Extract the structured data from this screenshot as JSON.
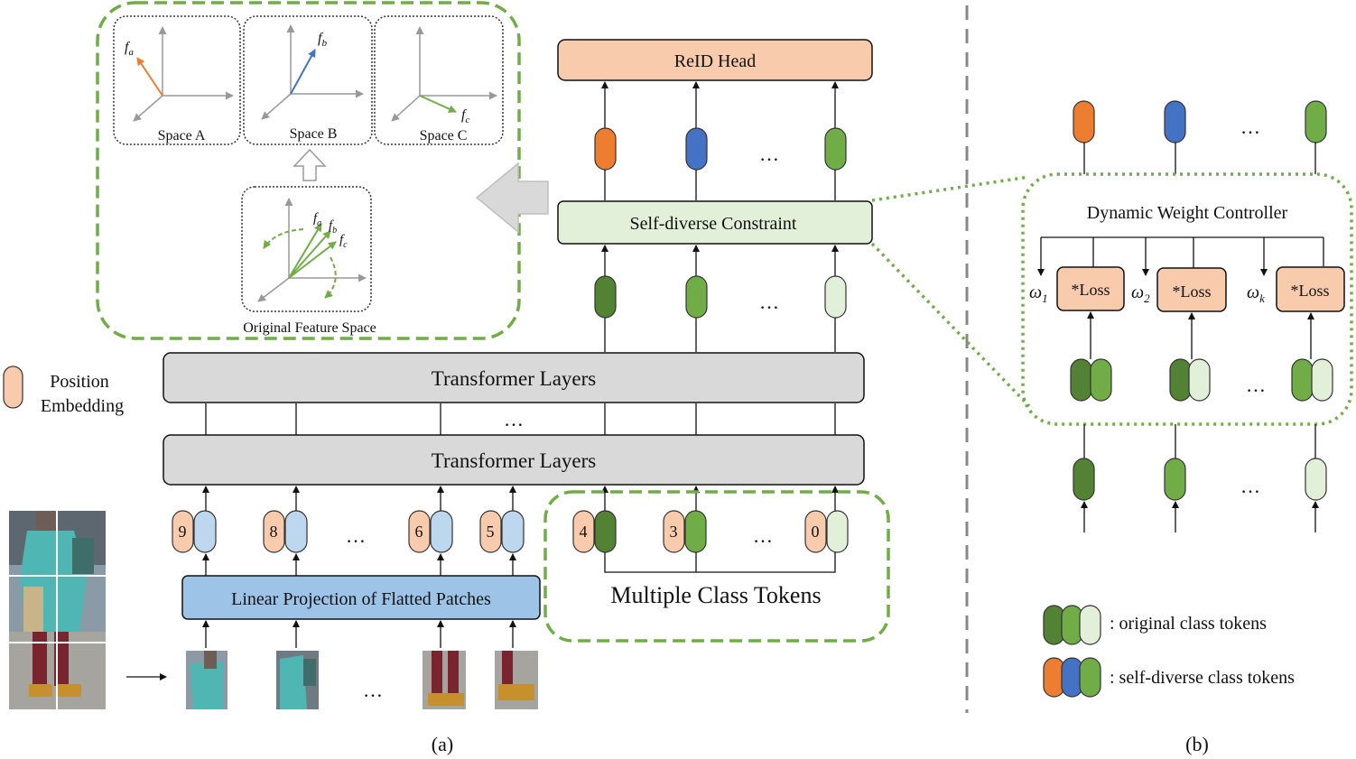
{
  "reid_head": "ReID Head",
  "self_diverse_constraint": "Self-diverse Constraint",
  "transformer_top": "Transformer Layers",
  "transformer_bottom": "Transformer Layers",
  "linear_projection": "Linear Projection of Flatted Patches",
  "multiple_class_tokens": "Multiple Class Tokens",
  "position_embedding_line1": "Position",
  "position_embedding_line2": "Embedding",
  "ellipsis": "…",
  "spaces": {
    "a": "Space A",
    "b": "Space B",
    "c": "Space C",
    "original": "Original Feature Space"
  },
  "vectors": {
    "fa": "f",
    "fa_sub": "a",
    "fb": "f",
    "fb_sub": "b",
    "fc": "f",
    "fc_sub": "c"
  },
  "patch_numbers": [
    "9",
    "8",
    "6",
    "5"
  ],
  "class_token_numbers": [
    "4",
    "3",
    "0"
  ],
  "dynamic_weight_controller": "Dynamic Weight Controller",
  "loss_label": "*Loss",
  "omega": "ω",
  "omega_subs": [
    "1",
    "2",
    "k"
  ],
  "legend": {
    "original": ": original class tokens",
    "self_diverse": ": self-diverse class tokens"
  },
  "captions": {
    "a": "(a)",
    "b": "(b)"
  },
  "colors": {
    "orange": "#ed7d31",
    "blue": "#4472c4",
    "green_mid": "#70ad47",
    "green_dark": "#548235",
    "green_light": "#e2f0d9",
    "peach": "#f8cbad",
    "light_blue": "#bdd7ee",
    "gray_box": "#d9d9d9",
    "dashed_green": "#70ad47"
  }
}
